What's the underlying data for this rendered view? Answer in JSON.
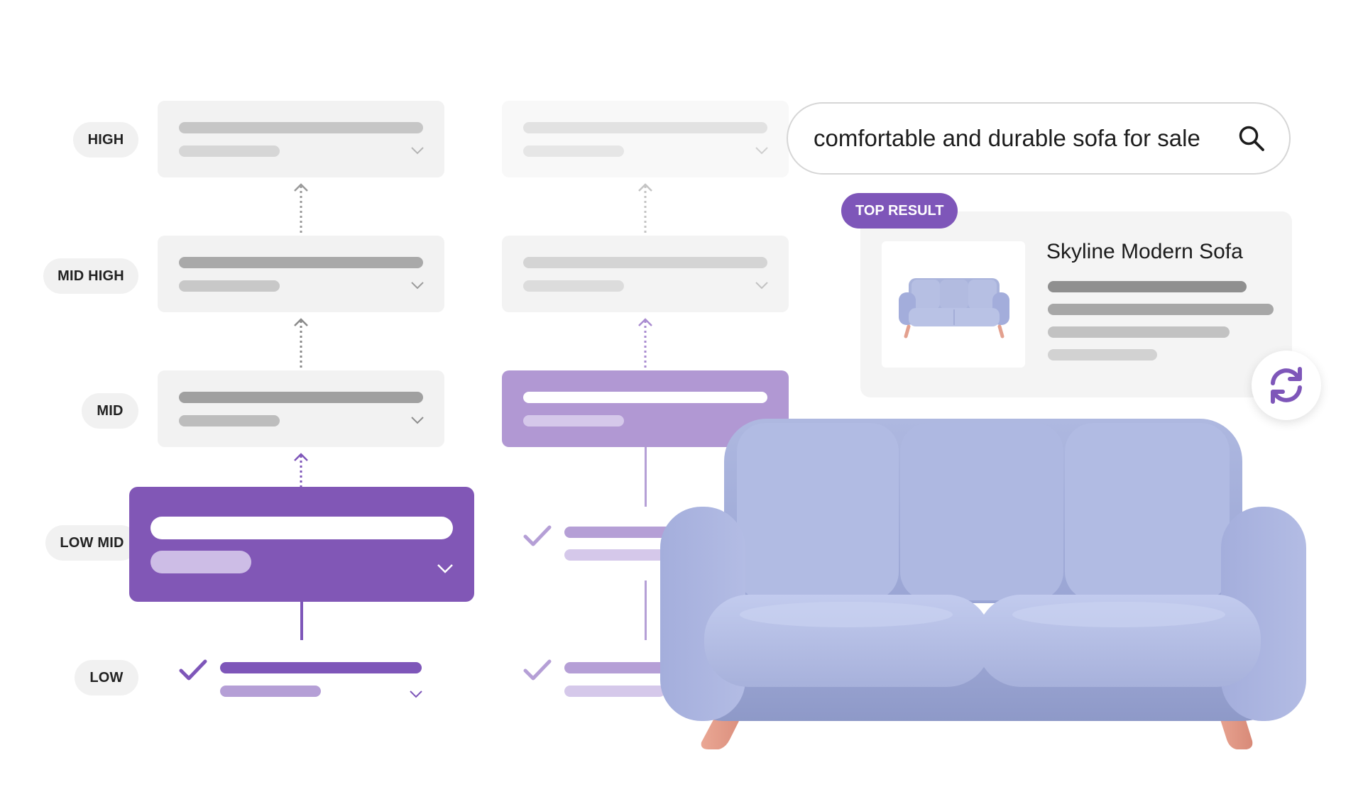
{
  "levels": [
    "HIGH",
    "MID HIGH",
    "MID",
    "LOW MID",
    "LOW"
  ],
  "search": {
    "query": "comfortable and durable sofa for sale",
    "icon": "search-icon"
  },
  "result": {
    "badge": "TOP RESULT",
    "title": "Skyline Modern Sofa"
  },
  "icons": {
    "chevron": "chevron-down-icon",
    "check": "check-icon",
    "refresh": "refresh-icon",
    "arrow": "arrow-up-icon"
  },
  "colors": {
    "accent": "#8157b6",
    "accent_light": "#b198d3",
    "sofa": "#aab5dc",
    "sofa_legs": "#e8a090"
  }
}
